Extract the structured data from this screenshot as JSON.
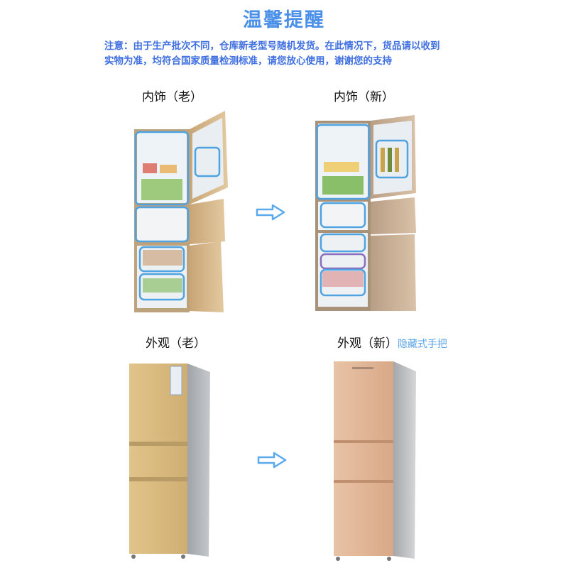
{
  "header": {
    "title": "温馨提醒",
    "notice_line1": "注意：由于生产批次不同，仓库新老型号随机发货。在此情况下，货品请以收到",
    "notice_line2": "实物为准，均符合国家质量检测标准，请您放心使用，谢谢您的支持"
  },
  "interior": {
    "old_label": "内饰（老）",
    "new_label": "内饰（新）"
  },
  "exterior": {
    "old_label": "外观（老）",
    "new_label": "外观（新）",
    "new_note": "隐藏式手把"
  },
  "colors": {
    "title": "#4a8fe8",
    "notice": "#3f6fe0",
    "arrow": "#5aa9ee",
    "old_gold": "#d9b56c",
    "new_rose": "#e6b99a"
  },
  "icons": [
    "right-arrow-icon",
    "right-arrow-icon"
  ]
}
